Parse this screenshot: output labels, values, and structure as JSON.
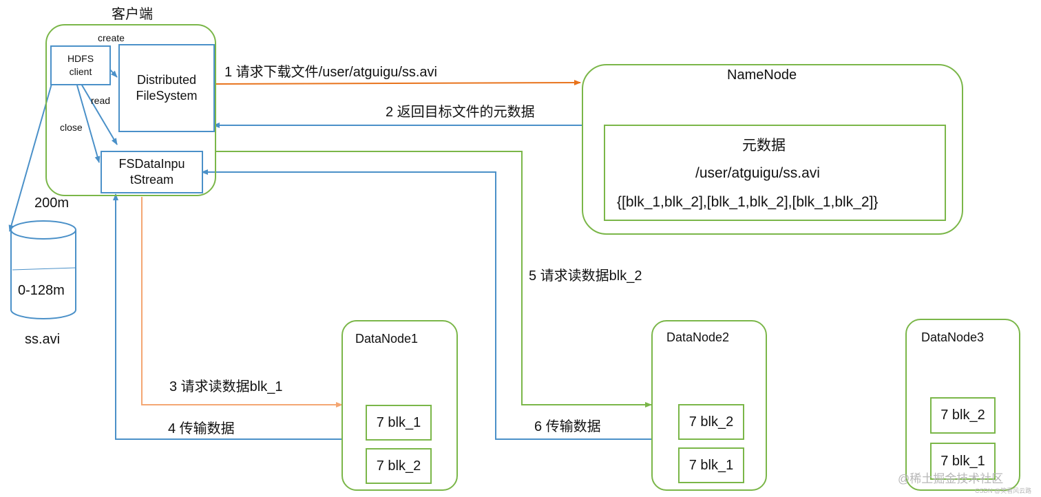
{
  "client": {
    "title": "客户端",
    "hdfs_client": "HDFS\nclient",
    "distributed_fs": "Distributed\nFileSystem",
    "fs_input_stream": "FSDataInpu\ntStream",
    "label_create": "create",
    "label_read": "read",
    "label_close": "close",
    "size_label": "200m"
  },
  "local_file": {
    "segment_label": "0-128m",
    "file_name": "ss.avi"
  },
  "namenode": {
    "title": "NameNode",
    "metadata_title": "元数据",
    "metadata_path": "/user/atguigu/ss.avi",
    "metadata_blocks": "{[blk_1,blk_2],[blk_1,blk_2],[blk_1,blk_2]}"
  },
  "datanodes": [
    {
      "title": "DataNode1",
      "blocks": [
        "7 blk_1",
        "7 blk_2"
      ]
    },
    {
      "title": "DataNode2",
      "blocks": [
        "7 blk_2",
        "7 blk_1"
      ]
    },
    {
      "title": "DataNode3",
      "blocks": [
        "7 blk_2",
        "7 blk_1"
      ]
    }
  ],
  "steps": {
    "s1": "1 请求下载文件/user/atguigu/ss.avi",
    "s2": "2 返回目标文件的元数据",
    "s3": "3 请求读数据blk_1",
    "s4": "4 传输数据",
    "s5": "5 请求读数据blk_2",
    "s6": "6 传输数据"
  },
  "watermark": {
    "main": "@稀土掘金技术社区",
    "sub": "CSDN @笑看风云路"
  },
  "colors": {
    "green": "#7ab648",
    "blue": "#4a90c8",
    "orange": "#e8731c",
    "light_orange": "#f4a672"
  }
}
